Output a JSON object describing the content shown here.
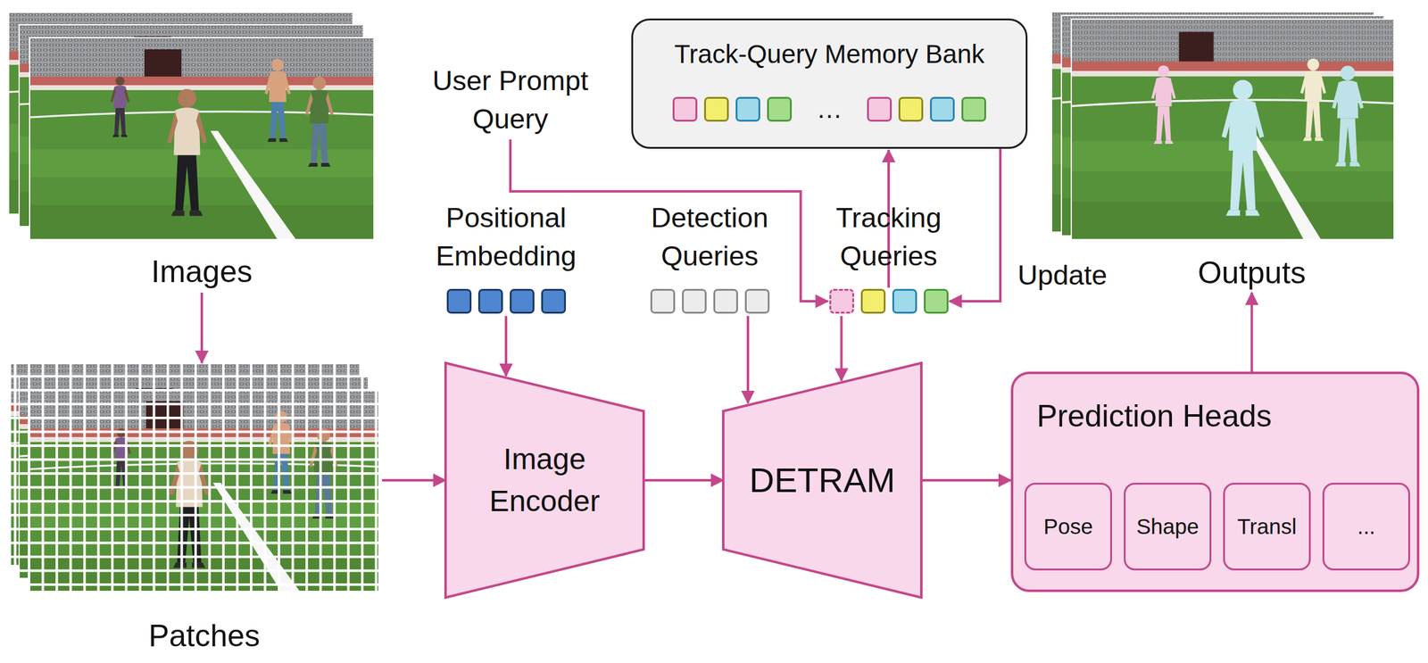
{
  "diagram": {
    "nodes": [
      {
        "text": [
          "Images"
        ]
      },
      {
        "text": [
          "User Prompt Query"
        ]
      },
      {
        "text": [
          "Track-Query Memory Bank",
          "…"
        ]
      },
      {
        "text": [
          "Outputs"
        ]
      },
      {
        "text": [
          "Positional Embedding"
        ]
      },
      {
        "text": [
          "Detection Queries"
        ]
      },
      {
        "text": [
          "Tracking Queries"
        ]
      },
      {
        "text": [
          "Patches"
        ]
      },
      {
        "text": [
          "Image Encoder"
        ]
      },
      {
        "text": [
          "DETRAM"
        ]
      },
      {
        "text": [
          "Prediction Heads"
        ]
      },
      {
        "text": [
          "Pose"
        ],
        "in": 10
      },
      {
        "text": [
          "Shape"
        ],
        "in": 10
      },
      {
        "text": [
          "Transl"
        ],
        "in": 10
      },
      {
        "text": [
          "..."
        ],
        "in": 10
      }
    ],
    "edges": [
      {
        "from": 0,
        "to": 7,
        "arrow": "to"
      },
      {
        "from": 7,
        "to": 8,
        "arrow": "to"
      },
      {
        "from": 4,
        "to": 8,
        "arrow": "to"
      },
      {
        "from": 8,
        "to": 9,
        "arrow": "to"
      },
      {
        "from": 5,
        "to": 9,
        "arrow": "to"
      },
      {
        "from": 6,
        "to": 9,
        "arrow": "to"
      },
      {
        "from": 1,
        "to": 6,
        "arrow": "to"
      },
      {
        "from": 6,
        "to": 2,
        "arrow": "to"
      },
      {
        "from": 2,
        "to": 6,
        "label": "Update",
        "arrow": "to"
      },
      {
        "from": 9,
        "to": 10,
        "arrow": "to"
      },
      {
        "from": 10,
        "to": 3,
        "arrow": "to"
      }
    ]
  }
}
